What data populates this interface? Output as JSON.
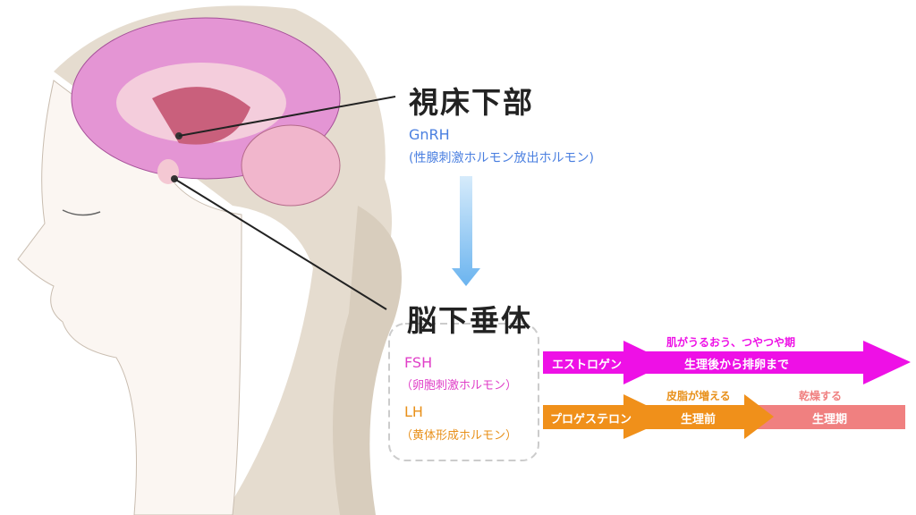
{
  "hypothalamus": {
    "title": "視床下部",
    "hormone": "GnRH",
    "hormone_full": "(性腺刺激ホルモン放出ホルモン)"
  },
  "pituitary": {
    "title": "脳下垂体",
    "fsh": "FSH",
    "fsh_full": "（卵胞刺激ホルモン）",
    "lh": "LH",
    "lh_full": "（黄体形成ホルモン）"
  },
  "estrogen": {
    "label": "エストロゲン",
    "period": "生理後から排卵まで",
    "effect": "肌がうるおう、つやつや期",
    "color": "#ee10e6"
  },
  "progesterone": {
    "label": "プロゲステロン",
    "period_before": "生理前",
    "effect_before": "皮脂が増える",
    "period_menses": "生理期",
    "effect_menses": "乾燥する",
    "color": "#f0901a",
    "menses_color": "#f08080"
  }
}
